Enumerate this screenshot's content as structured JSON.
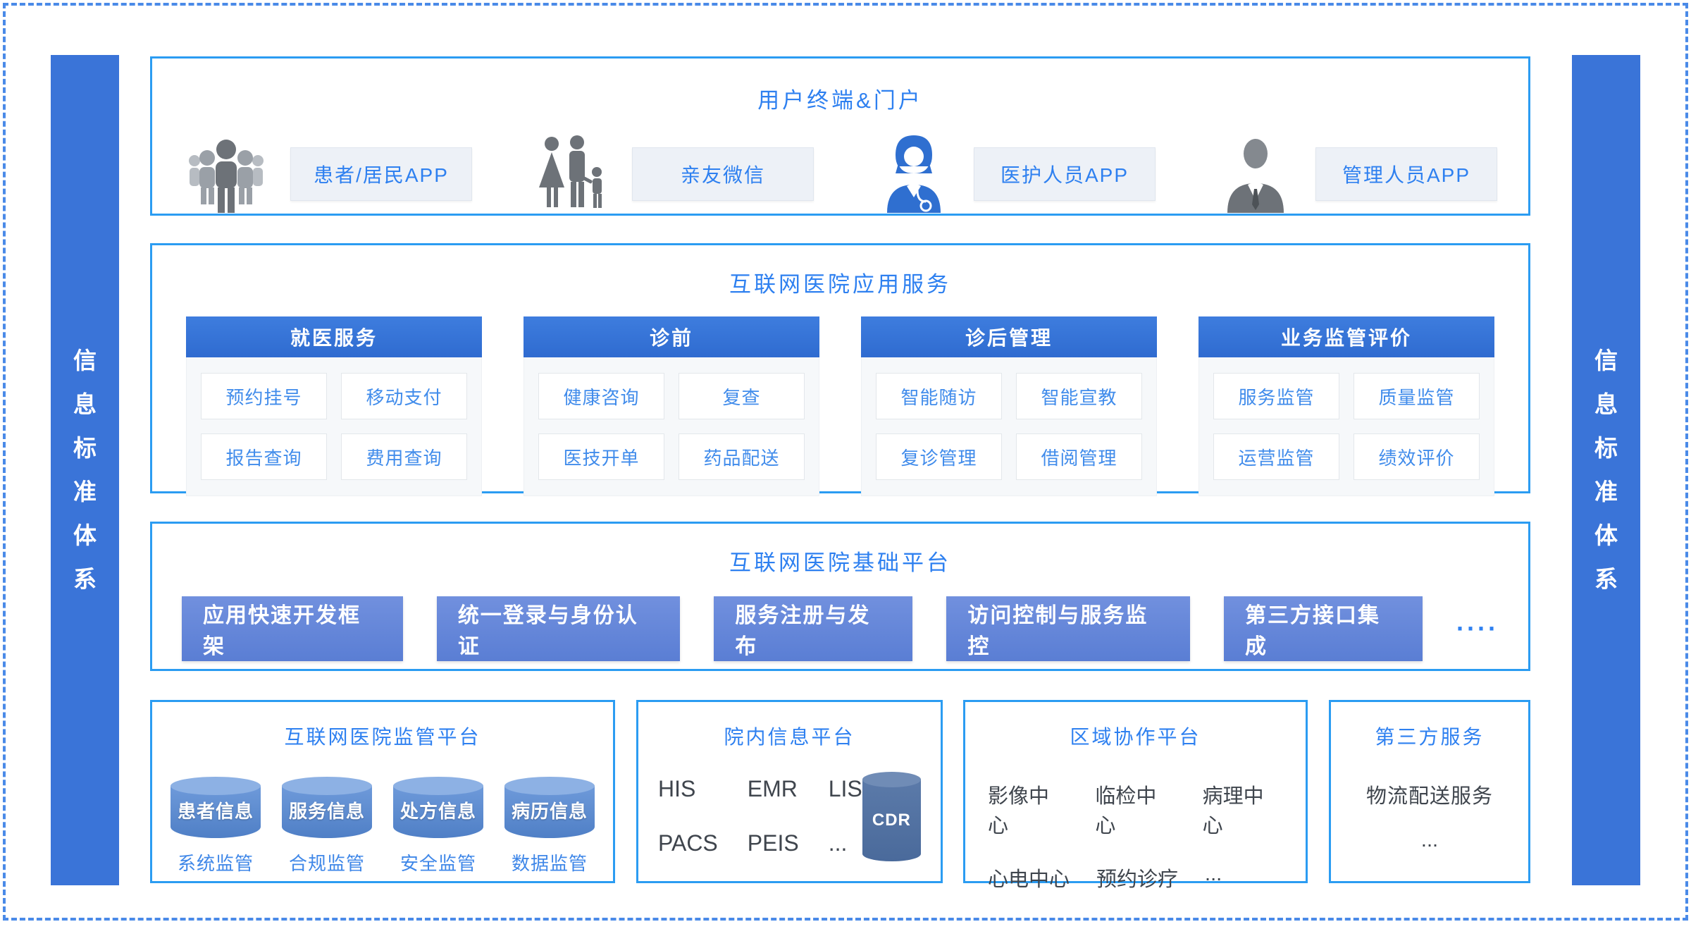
{
  "frame": {
    "left_bar": "信息标准体系",
    "right_bar": "信息标准体系"
  },
  "colors": {
    "accent_blue": "#2e80f0",
    "bar_blue": "#3a74d8",
    "border_blue": "#2b9cf2",
    "module_blue": "#6285d9",
    "cylinder_blue": "#5d8ed3",
    "cdr_blue": "#51719f"
  },
  "terminals": {
    "title": "用户终端&门户",
    "items": [
      {
        "icon": "crowd-icon",
        "label": "患者/居民APP"
      },
      {
        "icon": "family-icon",
        "label": "亲友微信"
      },
      {
        "icon": "nurse-icon",
        "label": "医护人员APP"
      },
      {
        "icon": "manager-icon",
        "label": "管理人员APP"
      }
    ]
  },
  "app_services": {
    "title": "互联网医院应用服务",
    "columns": [
      {
        "header": "就医服务",
        "items": [
          "预约挂号",
          "移动支付",
          "报告查询",
          "费用查询"
        ]
      },
      {
        "header": "诊前",
        "items": [
          "健康咨询",
          "复查",
          "医技开单",
          "药品配送"
        ]
      },
      {
        "header": "诊后管理",
        "items": [
          "智能随访",
          "智能宣教",
          "复诊管理",
          "借阅管理"
        ]
      },
      {
        "header": "业务监管评价",
        "items": [
          "服务监管",
          "质量监管",
          "运营监管",
          "绩效评价"
        ]
      }
    ]
  },
  "base_platform": {
    "title": "互联网医院基础平台",
    "modules": [
      "应用快速开发框架",
      "统一登录与身份认证",
      "服务注册与发布",
      "访问控制与服务监控",
      "第三方接口集成"
    ],
    "more": "····"
  },
  "supervision": {
    "title": "互联网医院监管平台",
    "databases": [
      {
        "db": "患者信息",
        "label": "系统监管"
      },
      {
        "db": "服务信息",
        "label": "合规监管"
      },
      {
        "db": "处方信息",
        "label": "安全监管"
      },
      {
        "db": "病历信息",
        "label": "数据监管"
      }
    ]
  },
  "hospital_info": {
    "title": "院内信息平台",
    "systems": [
      "HIS",
      "EMR",
      "LIS",
      "PACS",
      "PEIS",
      "..."
    ],
    "db": "CDR"
  },
  "regional": {
    "title": "区域协作平台",
    "row1": [
      "影像中心",
      "临检中心",
      "病理中心"
    ],
    "row2": [
      "心电中心",
      "预约诊疗",
      "..."
    ]
  },
  "third_party": {
    "title": "第三方服务",
    "item": "物流配送服务",
    "more": "..."
  }
}
